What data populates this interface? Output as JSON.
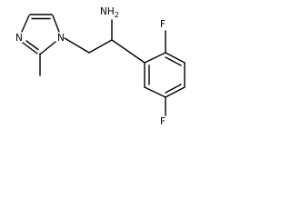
{
  "molecule": {
    "atom_labels": {
      "amine": "NH2",
      "imidazole_n1": "N",
      "imidazole_n3": "N",
      "fluorine_top": "F",
      "fluorine_bottom": "F"
    }
  }
}
